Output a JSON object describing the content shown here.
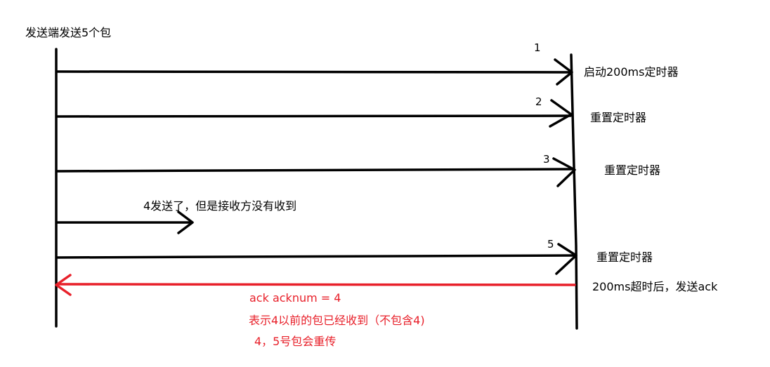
{
  "sender": {
    "title": "发送端发送5个包"
  },
  "packets": [
    {
      "number": "1",
      "note": "启动200ms定时器",
      "lost": false
    },
    {
      "number": "2",
      "note": "重置定时器",
      "lost": false
    },
    {
      "number": "3",
      "note": "重置定时器",
      "lost": false
    },
    {
      "number": "",
      "note": "4发送了，但是接收方没有收到",
      "lost": true
    },
    {
      "number": "5",
      "note": "重置定时器",
      "lost": false
    }
  ],
  "ack": {
    "trigger": "200ms超时后，发送ack",
    "label": "ack acknum = 4",
    "explanation": "表示4以前的包已经收到（不包含4)",
    "retransmit": "4，5号包会重传"
  },
  "colors": {
    "line": "#000000",
    "ack": "#e8202a"
  }
}
